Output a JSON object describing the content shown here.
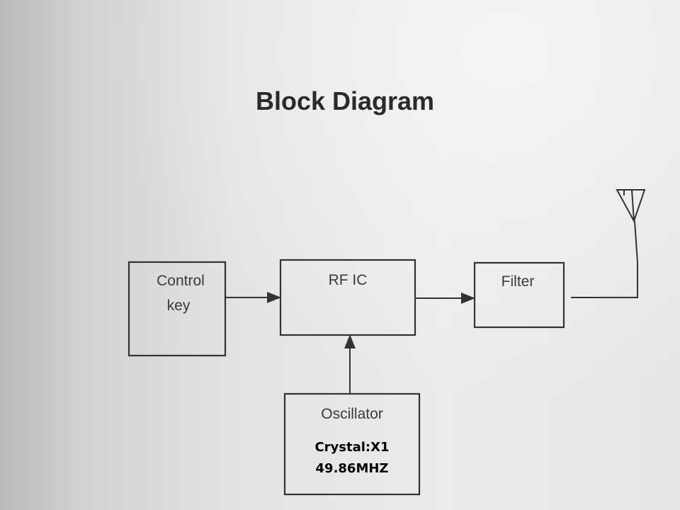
{
  "title": "Block Diagram",
  "blocks": {
    "control_key": [
      "Control",
      "key"
    ],
    "rf_ic": "RF IC",
    "filter": "Filter",
    "oscillator": "Oscillator"
  },
  "annotation": {
    "crystal": "Crystal:X1",
    "frequency": "49.86MHZ"
  },
  "icons": {
    "antenna": "antenna-icon"
  }
}
